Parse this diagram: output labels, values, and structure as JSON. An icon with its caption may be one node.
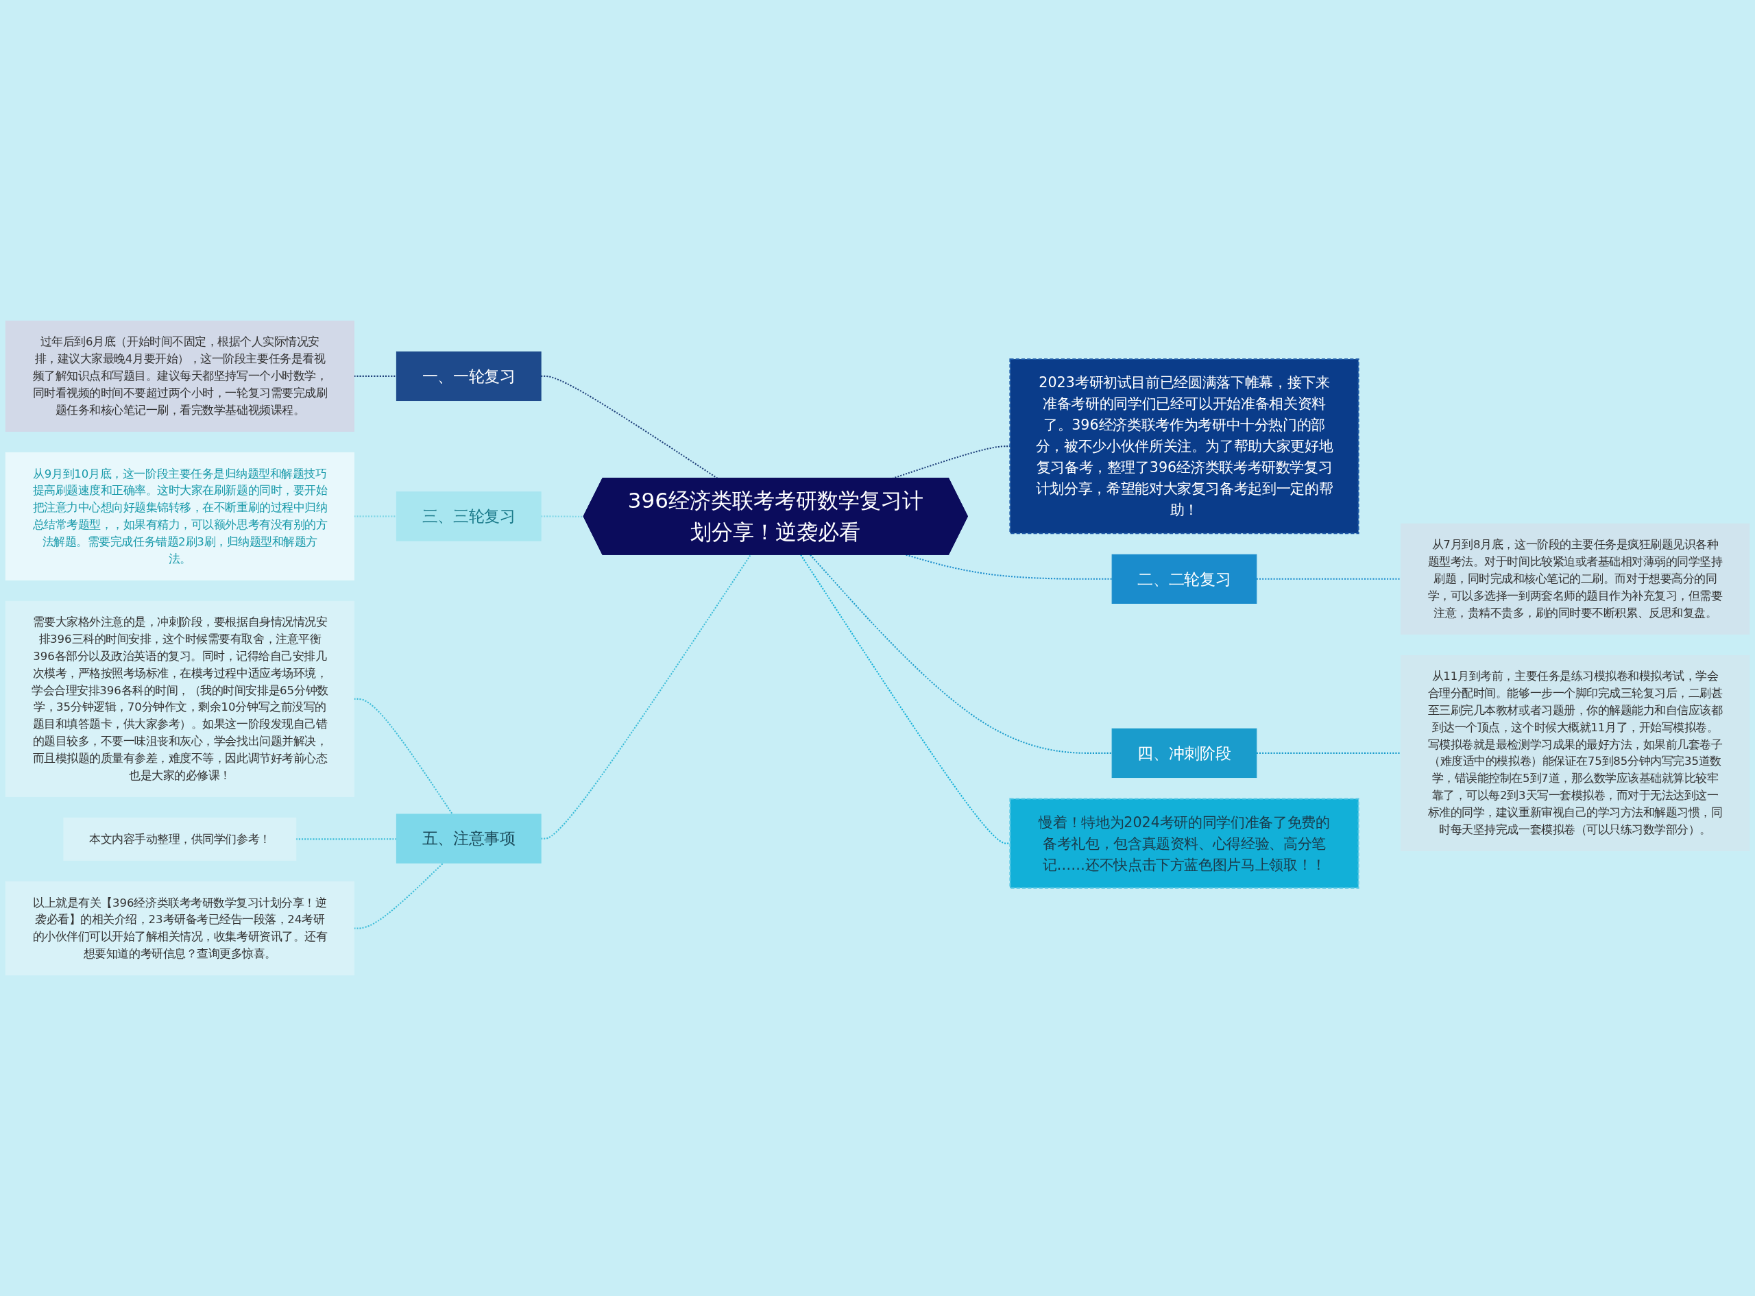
{
  "diagram": {
    "nodes": [
      {
        "text": [
          "396经济类联考考研数学复习计划分享！逆袭必看"
        ]
      },
      {
        "text": [
          "一、一轮复习"
        ]
      },
      {
        "text": [
          "过年后到6月底（开始时间不固定，根据个人实际情况安排，建议大家最晚4月要开始），这一阶段主要任务是看视频了解知识点和写题目。建议每天都坚持写一个小时数学，同时看视频的时间不要超过两个小时，一轮复习需要完成刷题任务和核心笔记一刷，看完数学基础视频课程。"
        ]
      },
      {
        "text": [
          "三、三轮复习"
        ]
      },
      {
        "text": [
          "从9月到10月底，这一阶段主要任务是归纳题型和解题技巧提高刷题速度和正确率。这时大家在刷新题的同时，要开始把注意力中心想向好题集锦转移，在不断重刷的过程中归纳总结常考题型，，如果有精力，可以额外思考有没有别的方法解题。需要完成任务错题2刷3刷，归纳题型和解题方法。"
        ]
      },
      {
        "text": [
          "五、注意事项"
        ]
      },
      {
        "text": [
          "需要大家格外注意的是，冲刺阶段，要根据自身情况情况安排396三科的时间安排，这个时候需要有取舍，注意平衡396各部分以及政治英语的复习。同时，记得给自己安排几次模考，严格按照考场标准，在模考过程中适应考场环境，学会合理安排396各科的时间，（我的时间安排是65分钟数学，35分钟逻辑，70分钟作文，剩余10分钟写之前没写的题目和填答题卡，供大家参考）。如果这一阶段发现自己错的题目较多，不要一味沮丧和灰心，学会找出问题并解决，而且模拟题的质量有参差，难度不等，因此调节好考前心态也是大家的必修课！"
        ]
      },
      {
        "text": [
          "本文内容手动整理，供同学们参考！"
        ]
      },
      {
        "text": [
          "以上就是有关【396经济类联考考研数学复习计划分享！逆袭必看】的相关介绍，23考研备考已经告一段落，24考研的小伙伴们可以开始了解相关情况，收集考研资讯了。还有想要知道的考研信息？查询更多惊喜。"
        ]
      },
      {
        "text": [
          "2023考研初试目前已经圆满落下帷幕，接下来准备考研的同学们已经可以开始准备相关资料了。396经济类联考作为考研中十分热门的部分，被不少小伙伴所关注。为了帮助大家更好地复习备考，整理了396经济类联考考研数学复习计划分享，希望能对大家复习备考起到一定的帮助！"
        ]
      },
      {
        "text": [
          "二、二轮复习"
        ]
      },
      {
        "text": [
          "从7月到8月底，这一阶段的主要任务是疯狂刷题见识各种题型考法。对于时间比较紧迫或者基础相对薄弱的同学坚持刷题，同时完成和核心笔记的二刷。而对于想要高分的同学，可以多选择一到两套名师的题目作为补充复习，但需要注意，贵精不贵多，刷的同时要不断积累、反思和复盘。"
        ]
      },
      {
        "text": [
          "四、冲刺阶段"
        ]
      },
      {
        "text": [
          "从11月到考前，主要任务是练习模拟卷和模拟考试，学会合理分配时间。能够一步一个脚印完成三轮复习后，二刷甚至三刷完几本教材或者习题册，你的解题能力和自信应该都到达一个顶点，这个时候大概就11月了，开始写模拟卷。写模拟卷就是最检测学习成果的最好方法，如果前几套卷子（难度适中的模拟卷）能保证在75到85分钟内写完35道数学，错误能控制在5到7道，那么数学应该基础就算比较牢靠了，可以每2到3天写一套模拟卷，而对于无法达到这一标准的同学，建议重新审视自己的学习方法和解题习惯，同时每天坚持完成一套模拟卷（可以只练习数学部分）。"
        ]
      },
      {
        "text": [
          "慢着！特地为2024考研的同学们准备了免费的备考礼包，包含真题资料、心得经验、高分笔记……还不快点击下方蓝色图片马上领取！！"
        ]
      }
    ],
    "edges": [
      {
        "from": 1,
        "to": 0,
        "arrow": "none",
        "style": "dashed",
        "color": "#1e3f7a"
      },
      {
        "from": 2,
        "to": 1,
        "arrow": "none",
        "style": "dashed",
        "color": "#1e3f7a"
      },
      {
        "from": 3,
        "to": 0,
        "arrow": "none",
        "style": "dashed",
        "color": "#7fd6e6"
      },
      {
        "from": 4,
        "to": 3,
        "arrow": "none",
        "style": "dashed",
        "color": "#7fd6e6"
      },
      {
        "from": 5,
        "to": 0,
        "arrow": "none",
        "style": "dashed",
        "color": "#3bbcd8"
      },
      {
        "from": 6,
        "to": 5,
        "arrow": "none",
        "style": "dashed",
        "color": "#3bbcd8"
      },
      {
        "from": 7,
        "to": 5,
        "arrow": "none",
        "style": "dashed",
        "color": "#3bbcd8"
      },
      {
        "from": 8,
        "to": 5,
        "arrow": "none",
        "style": "dashed",
        "color": "#3bbcd8"
      },
      {
        "from": 0,
        "to": 9,
        "arrow": "none",
        "style": "dashed",
        "color": "#1e3f7a"
      },
      {
        "from": 0,
        "to": 10,
        "arrow": "none",
        "style": "dashed",
        "color": "#1a8ccc"
      },
      {
        "from": 10,
        "to": 11,
        "arrow": "none",
        "style": "dashed",
        "color": "#1a8ccc"
      },
      {
        "from": 0,
        "to": 12,
        "arrow": "none",
        "style": "dashed",
        "color": "#1a9ccc"
      },
      {
        "from": 12,
        "to": 13,
        "arrow": "none",
        "style": "dashed",
        "color": "#1a9ccc"
      },
      {
        "from": 0,
        "to": 14,
        "arrow": "none",
        "style": "dashed",
        "color": "#12b0d8"
      }
    ]
  }
}
